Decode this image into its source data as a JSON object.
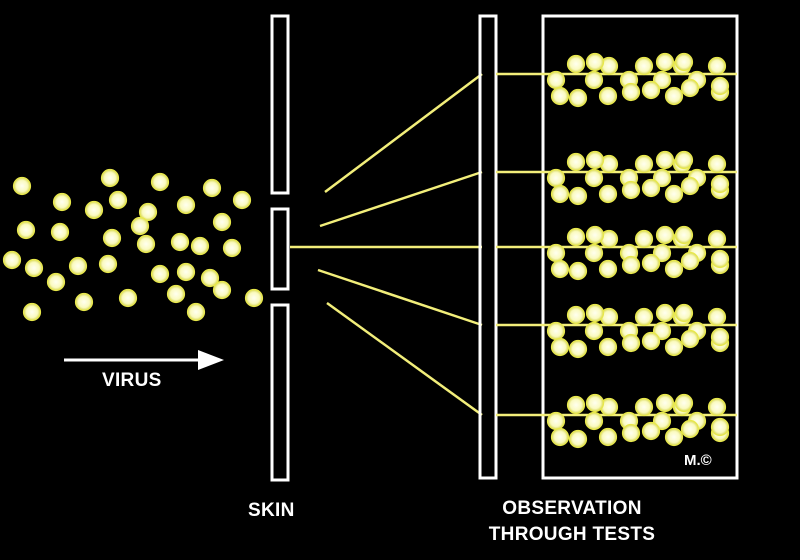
{
  "labels": {
    "virus": "VIRUS",
    "skin": "SKIN",
    "observation_line1": "OBSERVATION",
    "observation_line2": "THROUGH TESTS",
    "copyright": "M.©"
  },
  "colors": {
    "background": "#000000",
    "outline": "#ffffff",
    "particle_fill": "#fafac0",
    "particle_glow": "#e8e84a",
    "beam": "#f2ee7a"
  },
  "particle_groups": [
    {
      "name": "virus-cloud",
      "count": 34
    },
    {
      "name": "observed-band-1",
      "count": 22
    },
    {
      "name": "observed-band-2",
      "count": 22
    },
    {
      "name": "observed-band-3",
      "count": 22
    },
    {
      "name": "observed-band-4",
      "count": 22
    },
    {
      "name": "observed-band-5",
      "count": 22
    }
  ]
}
